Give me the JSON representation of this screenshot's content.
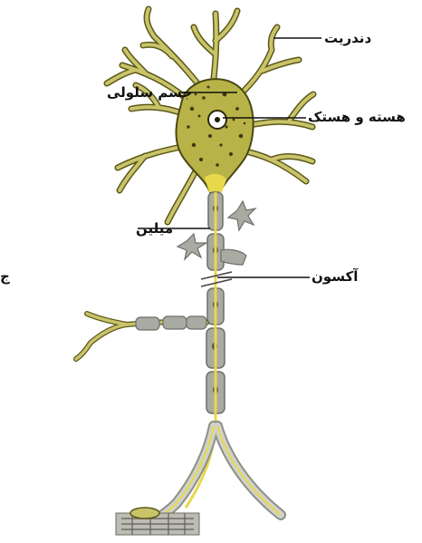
{
  "labels": {
    "dendrite": "دندریت",
    "cell_body": "جسم سلولی",
    "nucleus": "هسته و هستک",
    "myelin": "میلین",
    "axon": "آکسون",
    "edge_fragment": "ج"
  },
  "colors": {
    "neuron_body": "#b8b348",
    "neuron_dark": "#3d3a10",
    "dendrite": "#c9c46a",
    "axon": "#e8d84a",
    "myelin": "#a9aba3",
    "myelin_edge": "#6d6f68",
    "schwann": "#cfd2cc",
    "nucleus_ring": "#ffffff",
    "leader_line": "#111111",
    "muscle": "#9c9c95"
  }
}
